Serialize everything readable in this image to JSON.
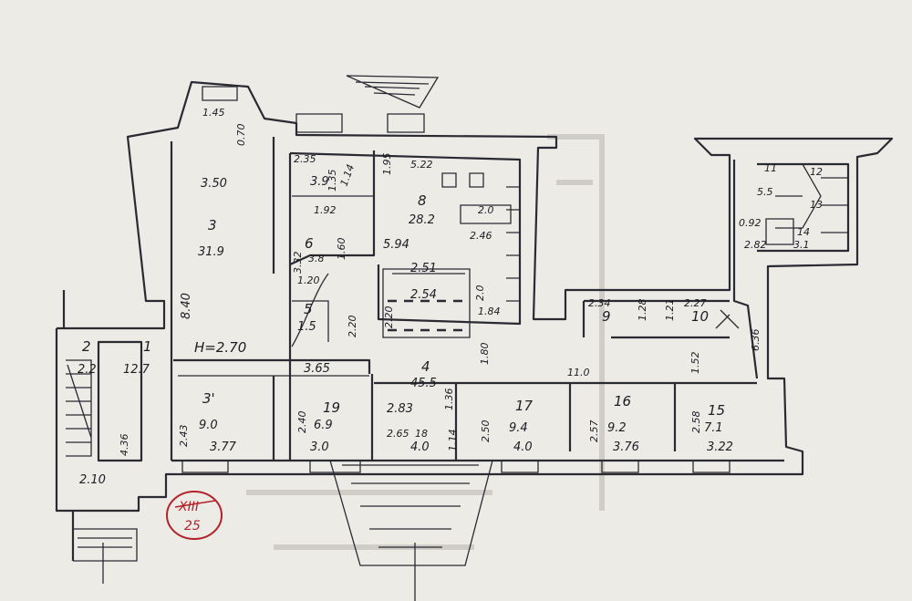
{
  "plan": {
    "room_numbers": {
      "r1": "1",
      "r2": "2",
      "r3": "3",
      "r3b": "3'",
      "r4": "4",
      "r5": "5",
      "r6": "6",
      "r8": "8",
      "r9": "9",
      "r10": "10",
      "r12": "12",
      "r13": "13",
      "r14": "14",
      "r15": "15",
      "r16": "16",
      "r17": "17",
      "r18": "18",
      "r19": "19"
    },
    "areas": {
      "a1": "12.7",
      "a2": "2.2",
      "a3": "31.9",
      "a3b": "9.0",
      "a4": "45.5",
      "a5": "1.5",
      "a6": "3.8",
      "a7": "3.9",
      "a8": "28.2",
      "a9": "2.34",
      "a10": "2.27",
      "a11": "5.5",
      "a14": "3.1",
      "a15": "7.1",
      "a16": "9.2",
      "a17": "9.4",
      "a18": "4.0",
      "a19": "6.9"
    },
    "dimensions": {
      "d_145": "1.45",
      "d_070": "0.70",
      "d_350": "3.50",
      "d_840": "8.40",
      "d_h": "H=2.70",
      "d_243": "2.43",
      "d_377": "3.77",
      "d_210": "2.10",
      "d_436": "4.36",
      "d_235": "2.35",
      "d_192": "1.92",
      "d_160": "1.60",
      "d_120": "1.20",
      "d_332": "3.32",
      "d_220": "2.20",
      "d_135": "1.35",
      "d_522": "5.22",
      "d_594": "5.94",
      "d_200": "2.0",
      "d_246": "2.46",
      "d_251": "2.51",
      "d_254": "2.54",
      "d_230": "2.20",
      "d_200b": "2.0",
      "d_184": "1.84",
      "d_180": "1.80",
      "d_365": "3.65",
      "d_240": "2.40",
      "d_300": "3.0",
      "d_283": "2.83",
      "d_136": "1.36",
      "d_265": "2.65",
      "d_114": "1.14",
      "d_250": "2.50",
      "d_400": "4.0",
      "d_110": "11.0",
      "d_257": "2.57",
      "d_376": "3.76",
      "d_258": "2.58",
      "d_322": "3.22",
      "d_152": "1.52",
      "d_636": "6.36",
      "d_128": "1.28",
      "d_121": "1.21",
      "d_092": "0.92",
      "d_282": "2.82",
      "d_11": "11",
      "d_114b": "1.14",
      "d_195": "1.95"
    },
    "stamp": {
      "top": "XIII",
      "bottom": "25"
    },
    "colors": {
      "ink": "#2a2a33",
      "paper": "#ecebe6",
      "stamp": "#b3222a"
    }
  }
}
